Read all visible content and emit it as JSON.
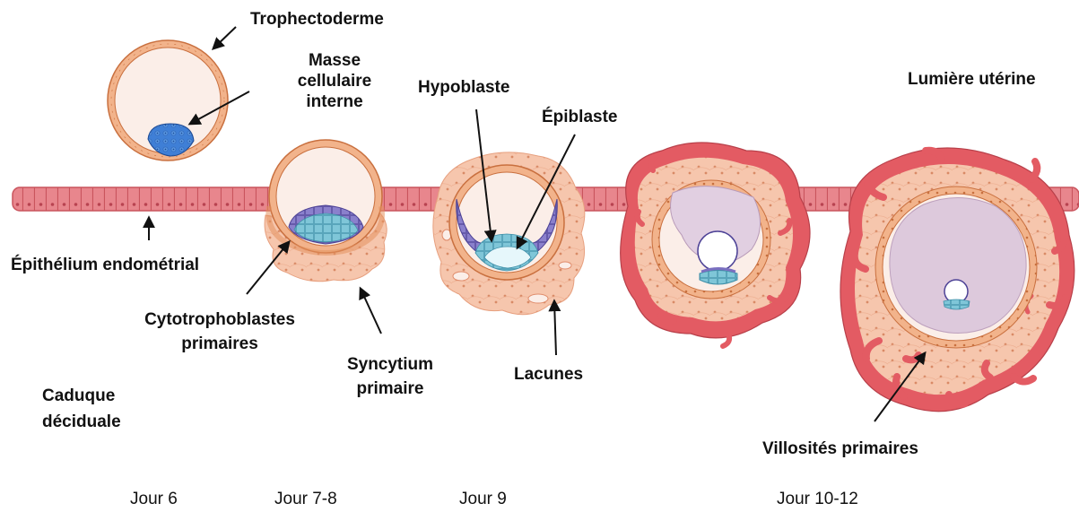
{
  "labels": {
    "trophectoderme": "Trophectoderme",
    "masse_l1": "Masse",
    "masse_l2": "cellulaire",
    "masse_l3": "interne",
    "hypoblaste": "Hypoblaste",
    "epiblaste": "Épiblaste",
    "lumiere": "Lumière utérine",
    "epithelium": "Épithélium endométrial",
    "cyto_l1": "Cytotrophoblastes",
    "cyto_l2": "primaires",
    "syncytium_l1": "Syncytium",
    "syncytium_l2": "primaire",
    "lacunes": "Lacunes",
    "caduque_l1": "Caduque",
    "caduque_l2": "déciduale",
    "villosites": "Villosités primaires"
  },
  "days": {
    "d6": "Jour 6",
    "d78": "Jour 7-8",
    "d9": "Jour 9",
    "d1012": "Jour 10-12"
  },
  "colors": {
    "epithelium": "#e57f86",
    "epithelium_edge": "#c9545d",
    "trophoblast": "#f0a878",
    "trophoblast_edge": "#c9703f",
    "cavity": "#fbeee8",
    "icm": "#3f7fd6",
    "hypoblast": "#7a6fc0",
    "epiblast": "#8ed3df",
    "syncytium": "#f6c8b0",
    "lacuna": "#d9545e",
    "amniotic": "#dcc9dc"
  }
}
